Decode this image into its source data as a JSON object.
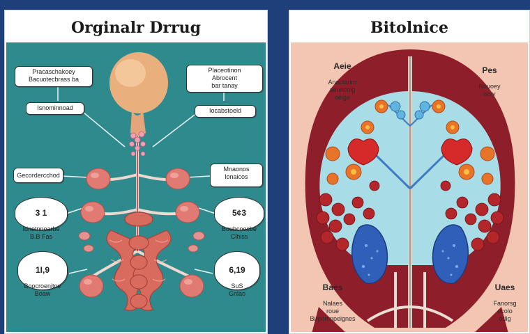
{
  "left": {
    "title": "Orginalr Drrug",
    "callouts": {
      "top_left_a": "Pracaschakoey\nBacuotecbrass ba",
      "top_left_b": "Isnominnoad",
      "top_right_a": "Placeotinon\nAbrocent\nbar tanay",
      "top_right_b": "Iocabstoeld",
      "mid_left": "Gecordercchod",
      "mid_right": "Mnaonos\nlonaicos",
      "low_left_num": "3 1",
      "low_left_text": "Idnotnnoarbe\nB.B Fas",
      "low_right_num": "5¢3",
      "low_right_text": "Boubcoocbe\nClhiss",
      "bottom_left_num": "1I,9",
      "bottom_left_text": "Boocroenitoe\nBoaw",
      "bottom_right_num": "6,19",
      "bottom_right_text": "SuS\nGnlao"
    },
    "colors": {
      "background": "#2e8a8c",
      "organ": "#e07a72",
      "intestine": "#d96a5e",
      "stomach": "#e9b07e"
    }
  },
  "right": {
    "title": "Bitolnice",
    "labels": {
      "top_left_head": "Aeie",
      "top_left_text": "Anactanrn\naeuncoig\noeige",
      "top_right_head": "Pes",
      "top_right_text": "Nouoey\nocry",
      "bottom_left_head": "Baes",
      "bottom_left_text": "Nalaes\nroue\nBirpomnpeignes",
      "bottom_right_head": "Uaes",
      "bottom_right_text": "Fanorsg\nocolo\norlig"
    },
    "colors": {
      "background": "#f3c6b4",
      "kidney_outer": "#8e1f2a",
      "kidney_inner": "#a8dce6",
      "cells": "#b3262a",
      "core": "#2f5fb8"
    }
  }
}
